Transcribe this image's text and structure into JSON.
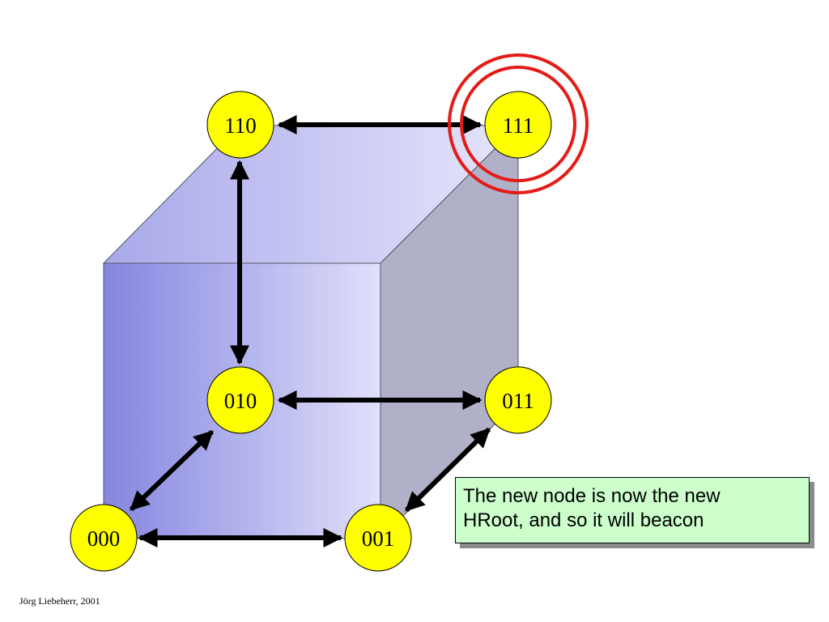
{
  "nodes": {
    "n000": "000",
    "n001": "001",
    "n010": "010",
    "n011": "011",
    "n110": "110",
    "n111": "111"
  },
  "callout": {
    "line1": "The new node is now the new",
    "line2": "HRoot, and so it will  beacon"
  },
  "footer": "Jörg Liebeherr, 2001",
  "colors": {
    "node_fill": "#ffff00",
    "highlight_ring": "#e41b17",
    "callout_fill": "#ccffcc",
    "cube_front_dark": "#8585e0",
    "cube_front_light": "#e0e0fa",
    "cube_side": "#b0b0c8",
    "cube_top_dark": "#a8a8ea",
    "cube_top_light": "#e6e6fc"
  }
}
